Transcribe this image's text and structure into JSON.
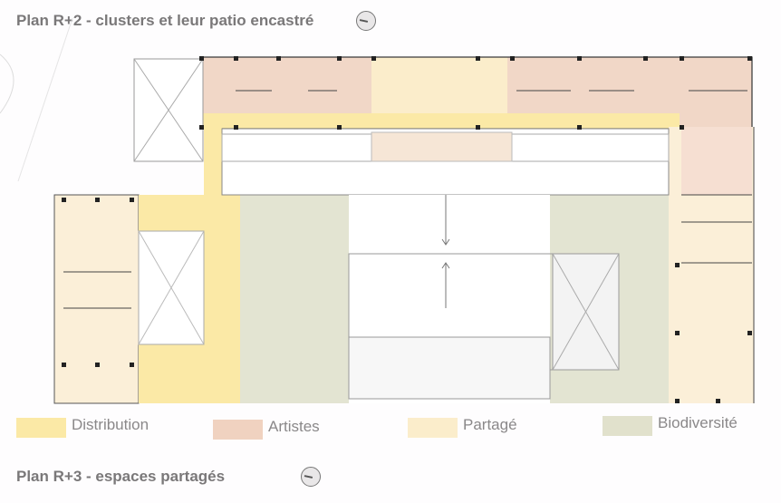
{
  "titles": {
    "plan_r2": "Plan R+2 - clusters et leur patio encastré",
    "plan_r3": "Plan R+3 - espaces partagés"
  },
  "legend": [
    {
      "label": "Distribution",
      "color": "#fbe9a6"
    },
    {
      "label": "Artistes",
      "color": "#f0d2c0"
    },
    {
      "label": "Partagé",
      "color": "#fbedcb"
    },
    {
      "label": "Biodiversité",
      "color": "#e1e1cc"
    }
  ],
  "icons": {
    "compass": "north-arrow-compass"
  }
}
